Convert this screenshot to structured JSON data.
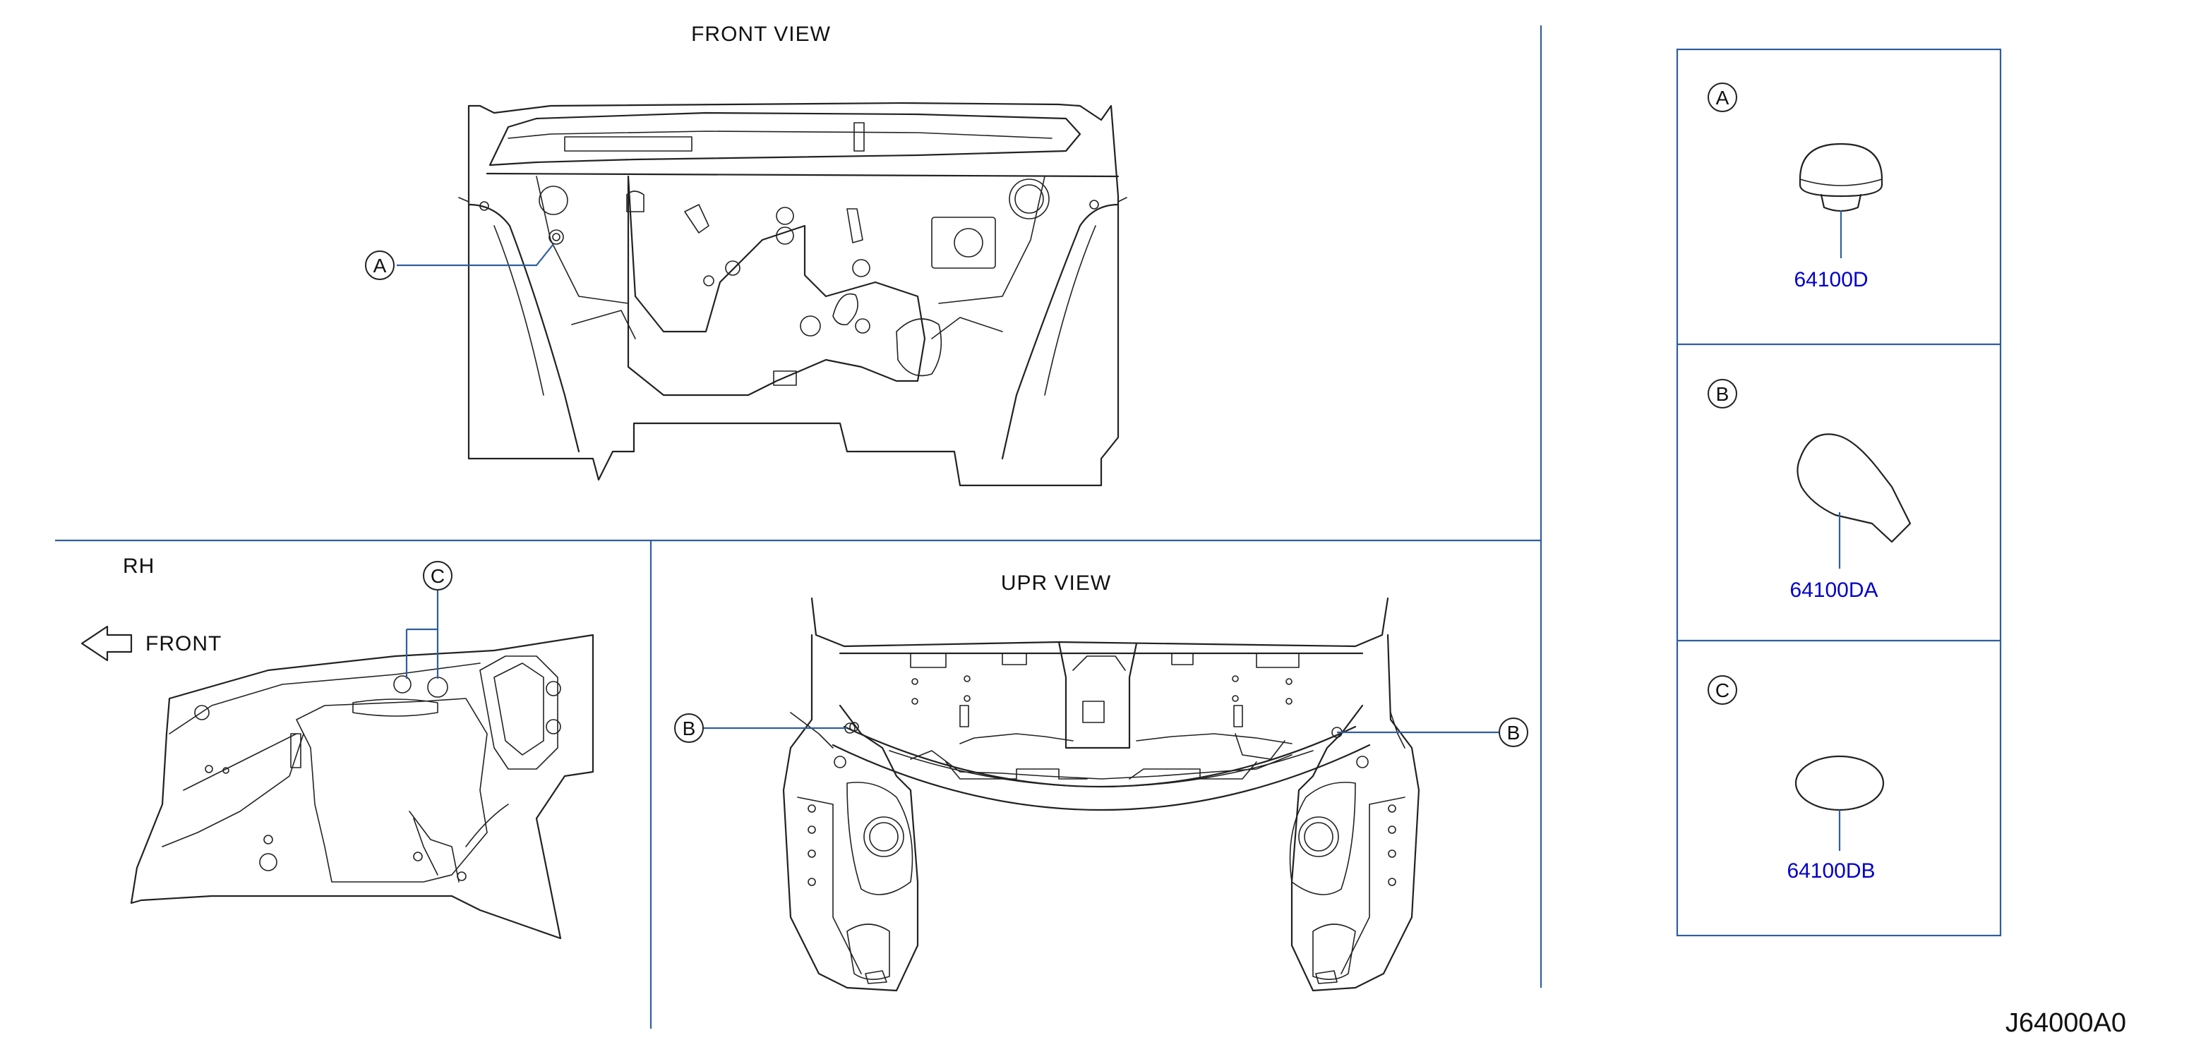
{
  "drawing": {
    "code": "J64000A0",
    "views": {
      "front": {
        "title": "FRONT   VIEW"
      },
      "upper": {
        "title": "UPR   VIEW"
      },
      "side": {
        "side_label": "RH",
        "direction_label": "FRONT"
      }
    },
    "callouts": {
      "a": "A",
      "b": "B",
      "c": "C"
    },
    "legend": [
      {
        "letter": "A",
        "part_number": "64100D"
      },
      {
        "letter": "B",
        "part_number": "64100DA"
      },
      {
        "letter": "C",
        "part_number": "64100DB"
      }
    ],
    "colors": {
      "leader_lines": "#2f5e9e",
      "part_numbers": "#0000cc",
      "drawing_lines": "#222222"
    }
  }
}
